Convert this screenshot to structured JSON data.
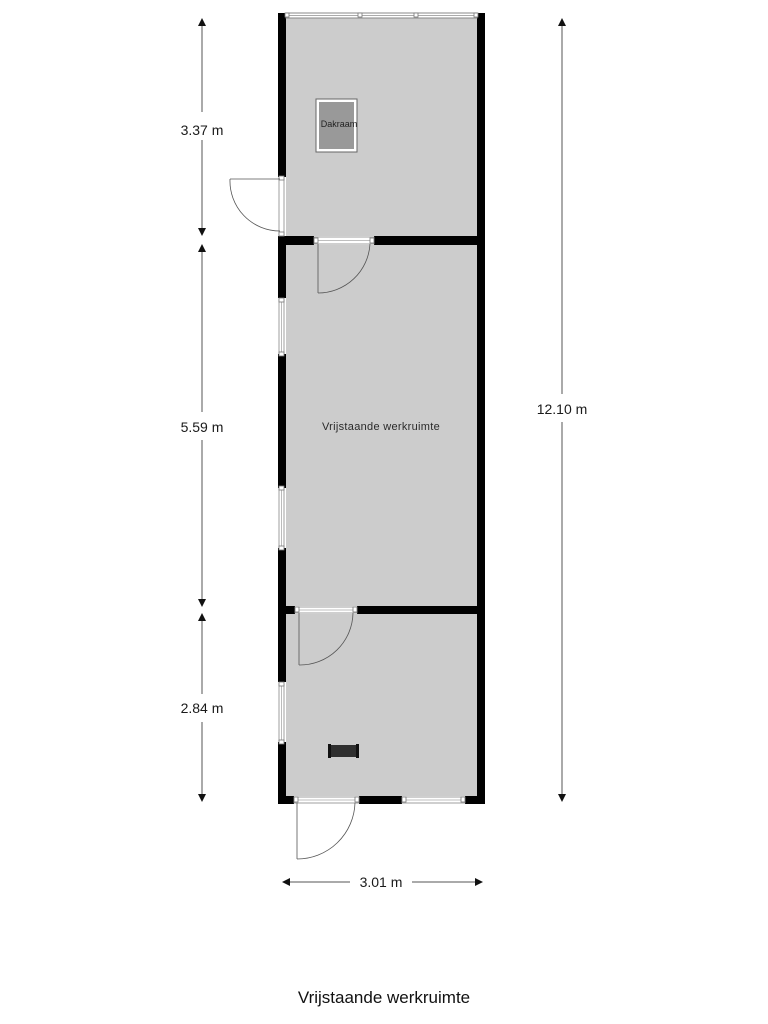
{
  "plan": {
    "title": "Vrijstaande werkruimte",
    "colors": {
      "floor": "#cccccc",
      "wall": "#000000",
      "skylight_inner": "#999999",
      "dimension_line": "#555555",
      "door_line": "#555555"
    },
    "rooms": [
      {
        "id": "room-top",
        "label": ""
      },
      {
        "id": "room-middle",
        "label": "Vrijstaande werkruimte"
      },
      {
        "id": "room-bottom",
        "label": ""
      }
    ],
    "fixtures": {
      "skylight_label": "Dakraam"
    },
    "dimensions": {
      "top_room_height": "3.37 m",
      "middle_room_height": "5.59 m",
      "bottom_room_height": "2.84 m",
      "total_length": "12.10 m",
      "width": "3.01 m"
    }
  }
}
